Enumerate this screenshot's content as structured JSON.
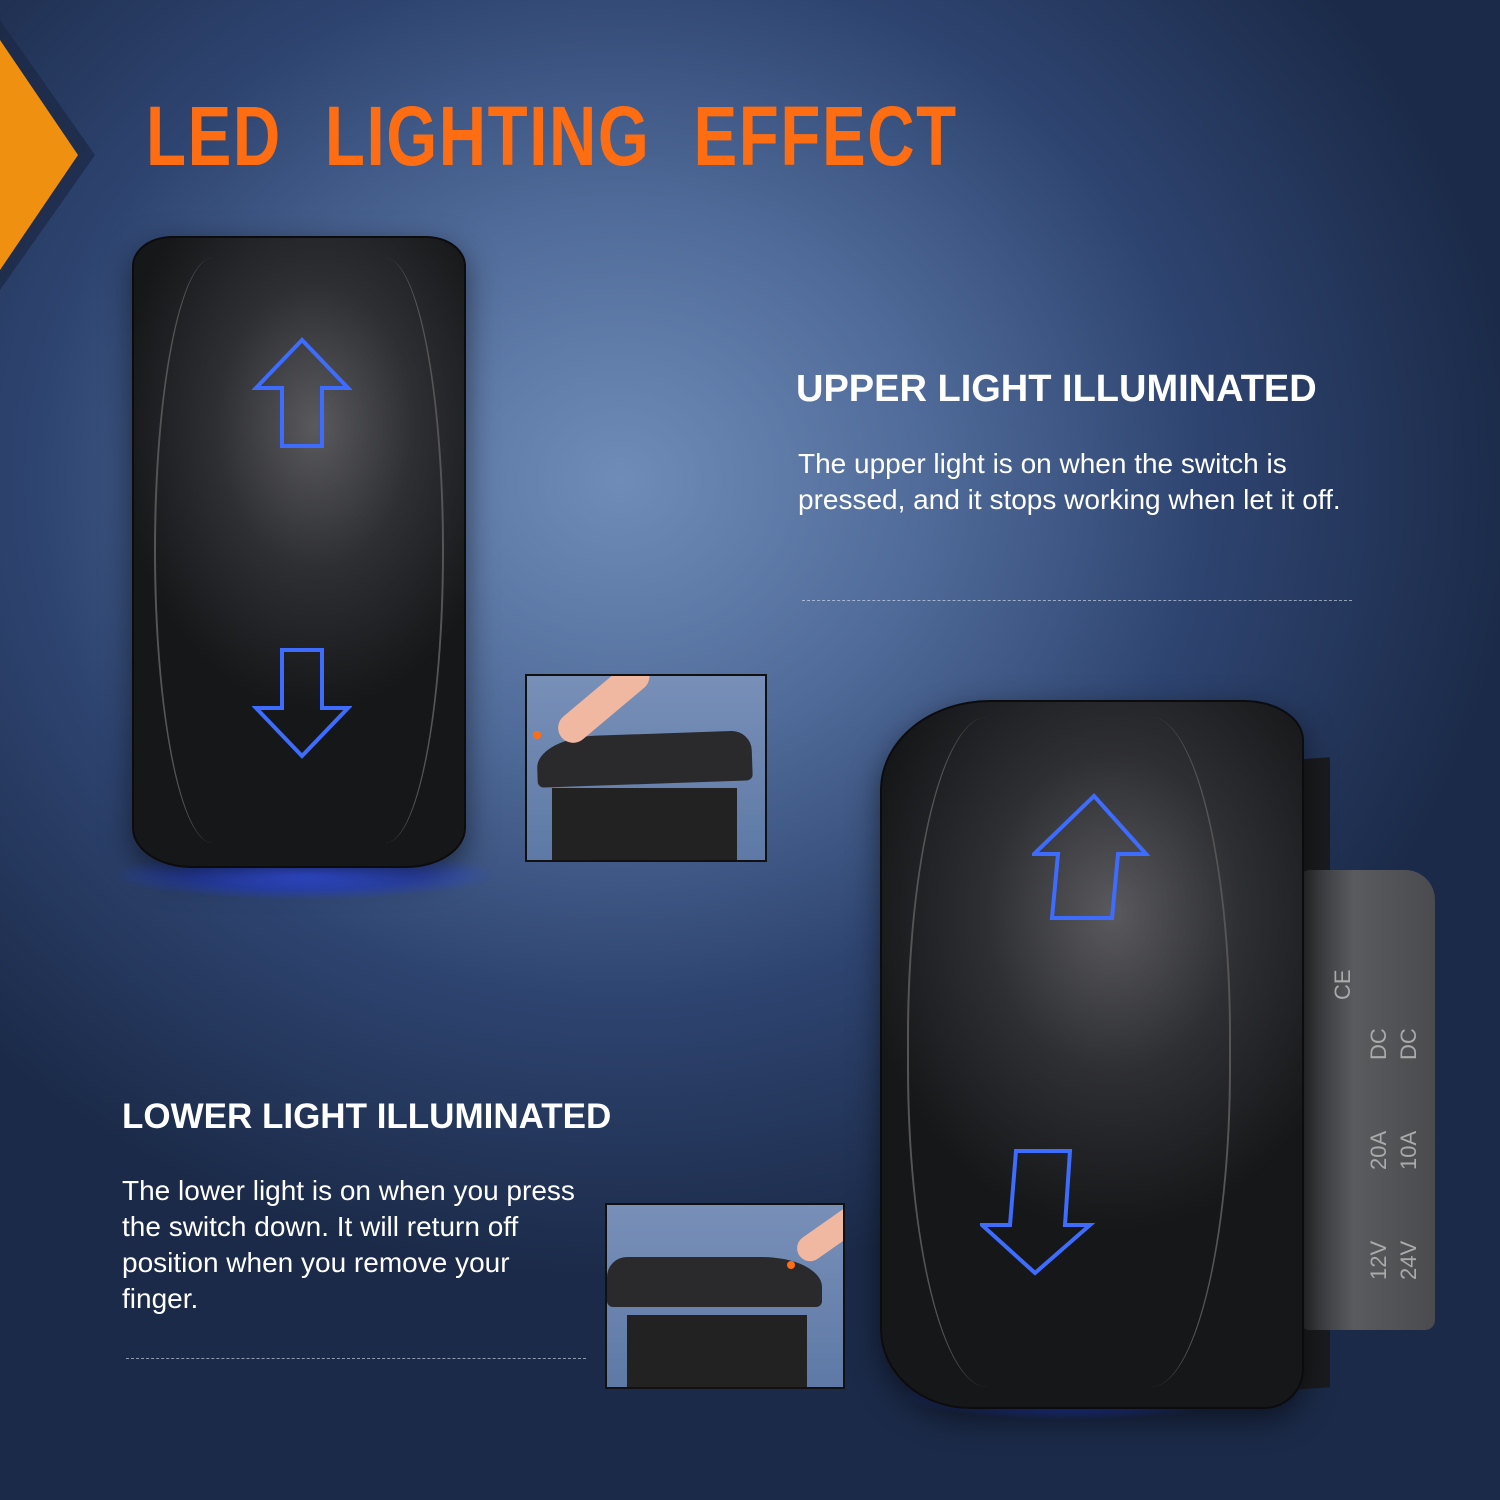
{
  "title": "LED LIGHTING EFFECT",
  "upper": {
    "heading": "UPPER LIGHT ILLUMINATED",
    "text": "The upper light is on when the switch is pressed, and it stops working when let it off."
  },
  "lower": {
    "heading": "LOWER LIGHT ILLUMINATED",
    "text": "The lower light is on when you press the switch down. It will return off position when you remove your finger."
  },
  "switch_markings": {
    "ce": "CE",
    "dc1": "DC",
    "dc2": "DC",
    "amp1": "20A",
    "amp2": "10A",
    "volt1": "12V",
    "volt2": "24V"
  },
  "icons": [
    "arrow-up-icon",
    "arrow-down-icon"
  ],
  "colors": {
    "accent": "#ff6d12",
    "led": "#3b6bff",
    "corner": "#f09010"
  }
}
